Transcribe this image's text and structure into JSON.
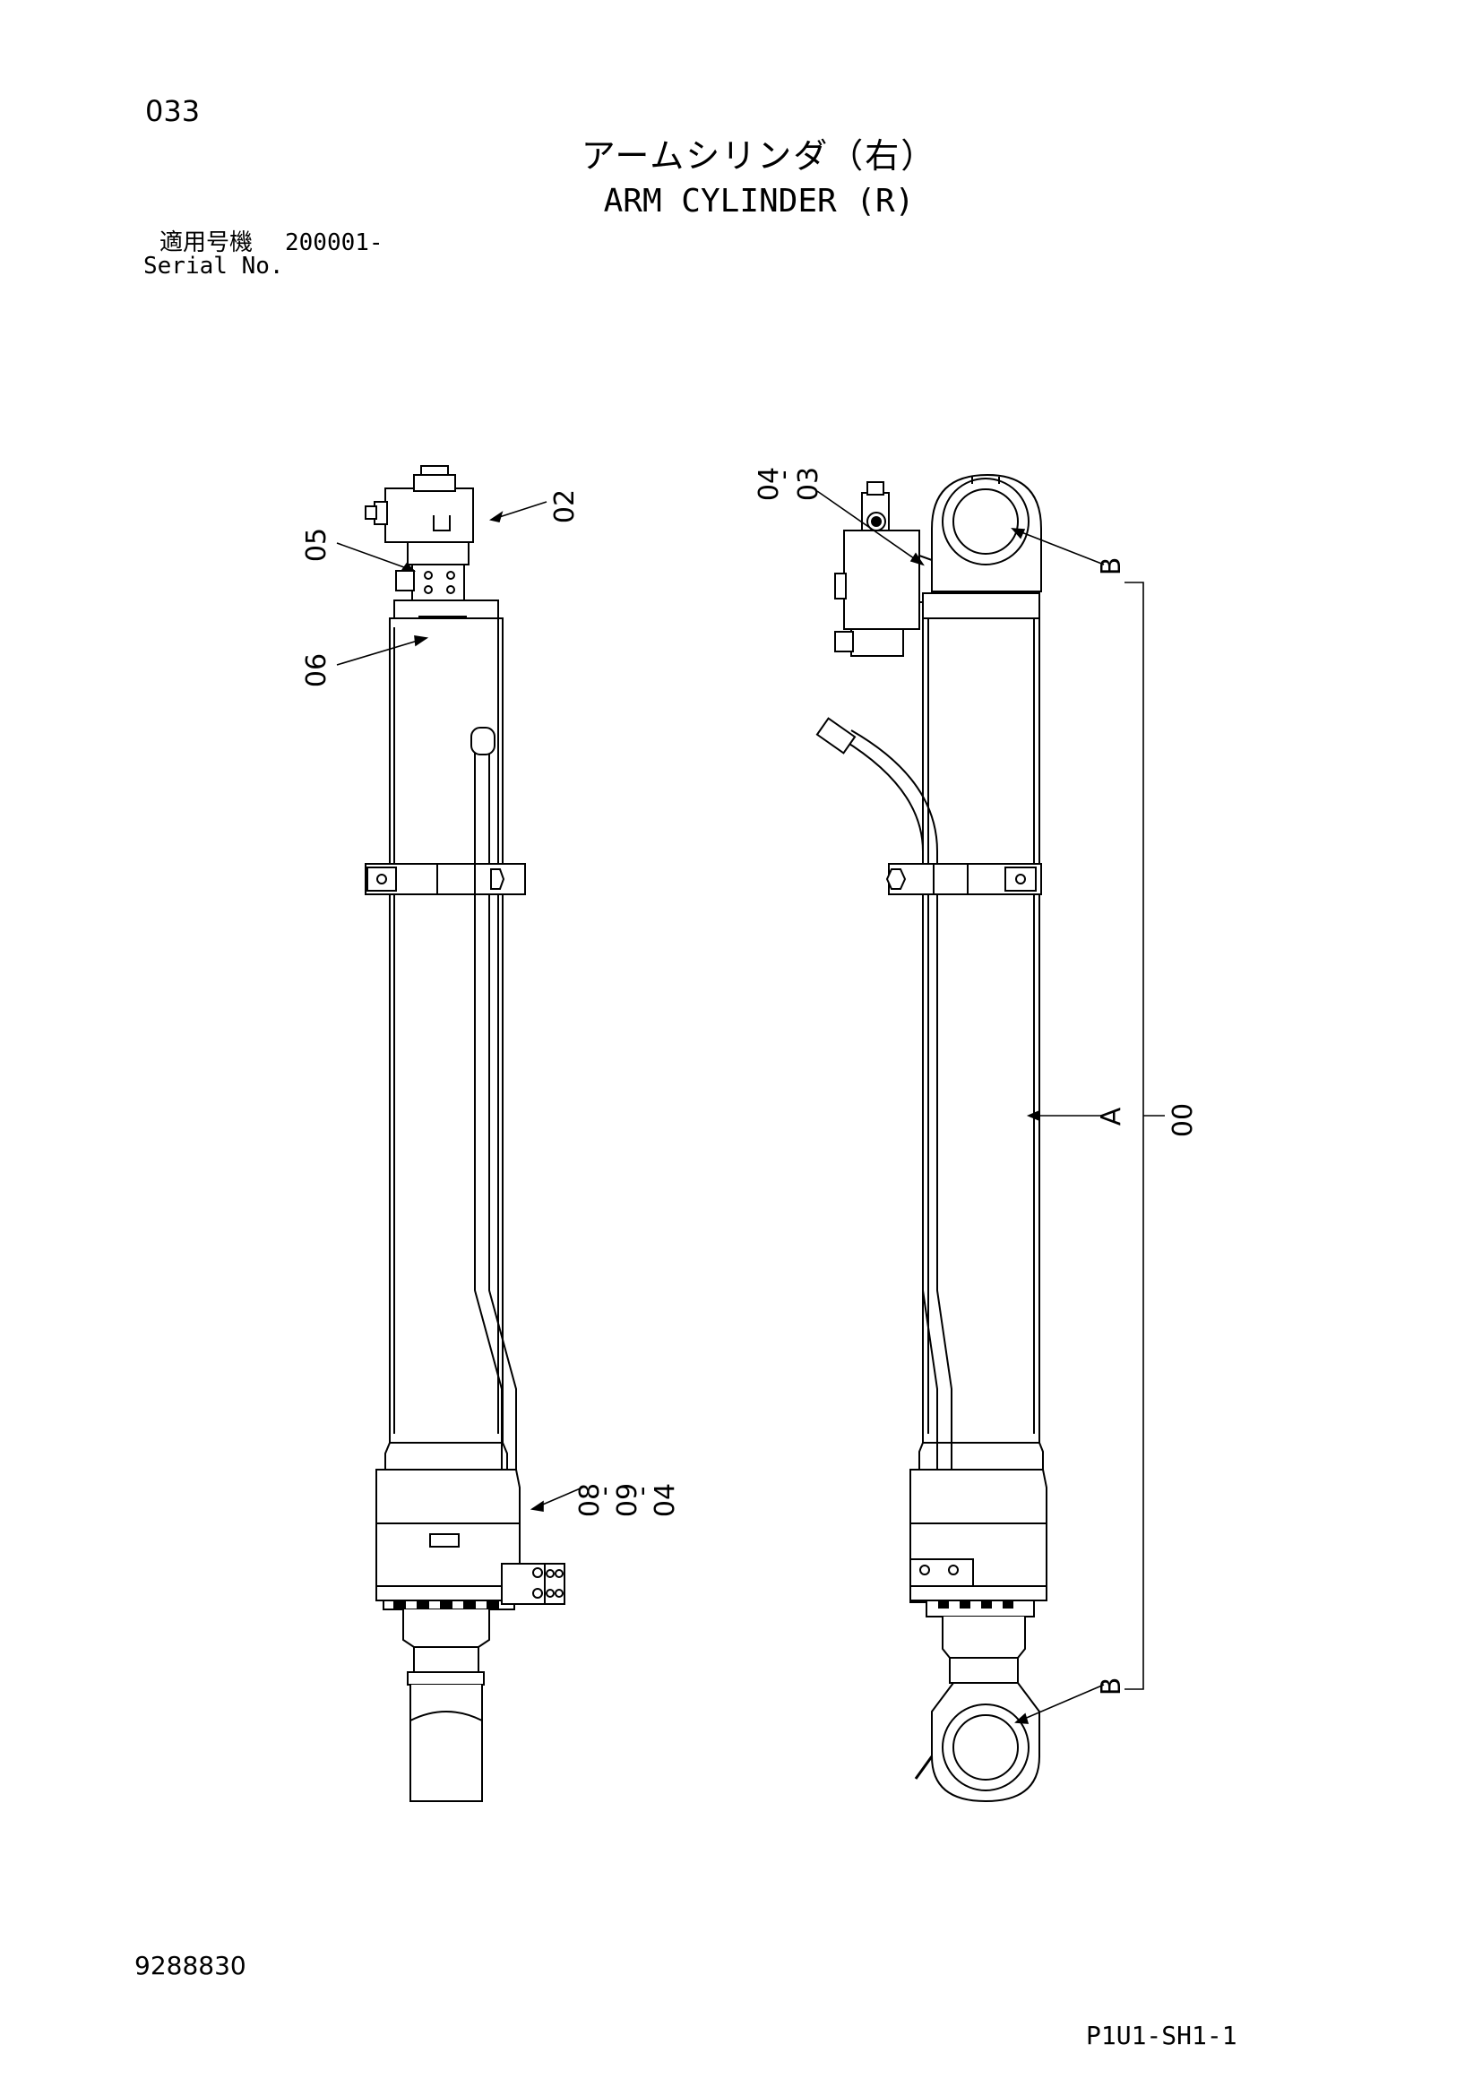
{
  "header": {
    "page_number": "033",
    "title_jp": "アームシリンダ（右）",
    "title_en": "ARM CYLINDER (R)",
    "serial_label_jp": "適用号機",
    "serial_range": "200001-",
    "serial_label_en": "Serial No."
  },
  "callouts": {
    "left_view": {
      "c02": "02",
      "c05": "05",
      "c06": "06",
      "c08": "08",
      "c09": "09",
      "c04": "04",
      "dash1": "-",
      "dash2": "-"
    },
    "right_view": {
      "c04": "04",
      "c03": "03",
      "dash": "-",
      "b_top": "B",
      "a": "A",
      "b_bottom": "B",
      "c00": "00"
    }
  },
  "footer": {
    "document_number": "9288830",
    "sheet_code": "P1U1-SH1-1"
  }
}
